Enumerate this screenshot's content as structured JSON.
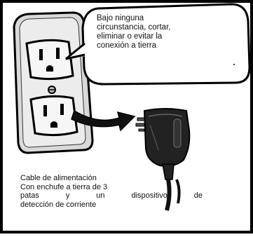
{
  "callout": {
    "lines": [
      "Bajo ninguna",
      "circunstancia, cortar,",
      "eliminar o evitar la",
      "conexión a tierra"
    ]
  },
  "caption": {
    "title": "Cable de alimentación",
    "lines": [
      "Con enchufe a tierra de 3",
      "patas y un dispositivo de",
      "detección de corriente"
    ]
  }
}
